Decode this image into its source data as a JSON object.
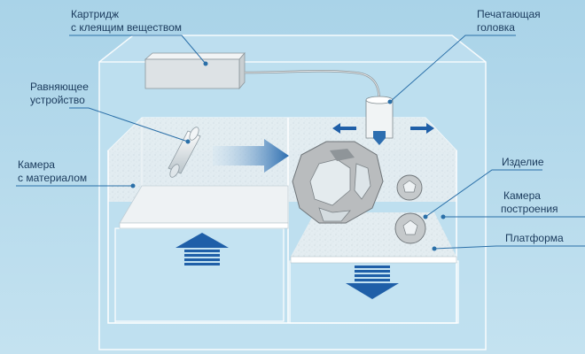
{
  "labels": {
    "cartridge_line1": "Картридж",
    "cartridge_line2": "с клеящим веществом",
    "printhead_line1": "Печатающая",
    "printhead_line2": "головка",
    "leveler_line1": "Равняющее",
    "leveler_line2": "устройство",
    "material_chamber_line1": "Камера",
    "material_chamber_line2": "с материалом",
    "product": "Изделие",
    "build_chamber_line1": "Камера",
    "build_chamber_line2": "построения",
    "platform": "Платформа"
  },
  "icons": {
    "motion_arrows": "arrow-icon",
    "platform_up": "arrow-up-icon",
    "platform_down": "arrow-down-icon"
  },
  "colors": {
    "background": "#b8dced",
    "line": "#2a6fa8",
    "label_text": "#1a3a5c",
    "arrow_blue": "#1f5fa8",
    "powder": "#e6eef2",
    "platform": "#eef2f4"
  }
}
